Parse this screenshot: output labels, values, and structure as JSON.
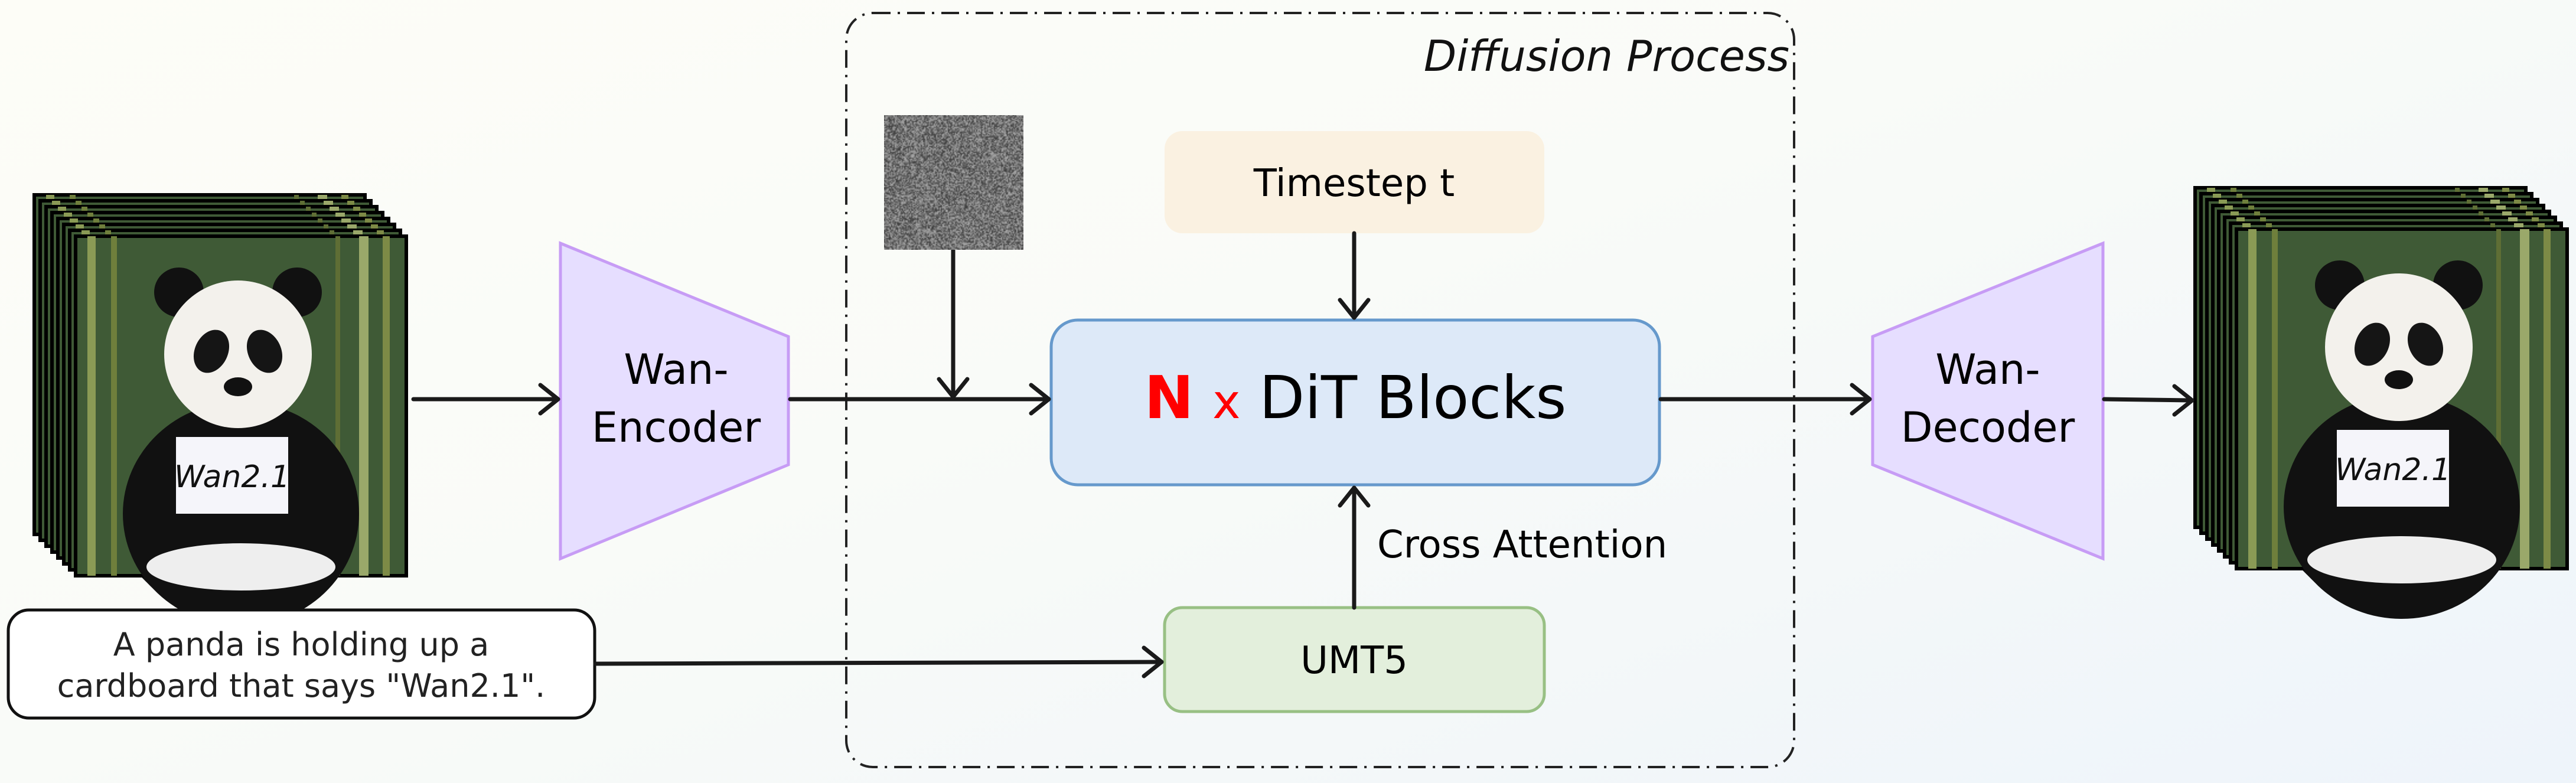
{
  "diagram": {
    "diffusion_label": "Diffusion Process",
    "timestep_label": "Timestep t",
    "dit": {
      "n": "N",
      "x": "x",
      "label": "DiT Blocks"
    },
    "cross_attention_label": "Cross Attention",
    "text_encoder_label": "UMT5",
    "encoder": {
      "line1": "Wan-",
      "line2": "Encoder"
    },
    "decoder": {
      "line1": "Wan-",
      "line2": "Decoder"
    },
    "prompt": {
      "line1": "A panda is holding up a",
      "line2": "cardboard that says \"Wan2.1\"."
    },
    "sign_text": "Wan2.1",
    "colors": {
      "timestep_fill": "#faf1e1",
      "dit_fill": "#dde9f8",
      "dit_stroke": "#6699cc",
      "umt5_fill": "#e3efdc",
      "umt5_stroke": "#98c084",
      "vae_fill": "#e6deff",
      "vae_stroke": "#c79cf5",
      "n_color": "#ff0000"
    }
  }
}
